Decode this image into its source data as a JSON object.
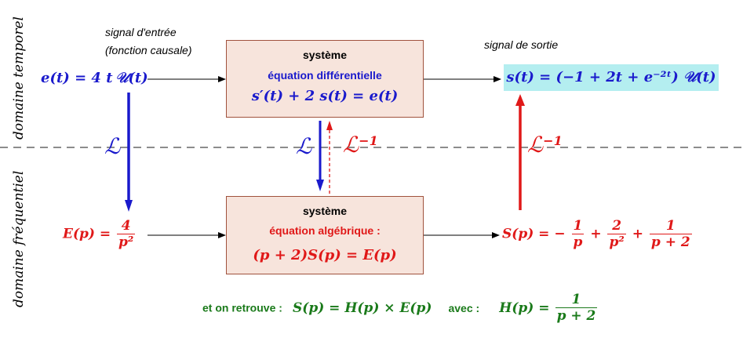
{
  "axes": {
    "time_domain": "domaine temporel",
    "freq_domain": "domaine fréquentiel"
  },
  "input": {
    "caption_line1": "signal d'entrée",
    "caption_line2": "(fonction causale)",
    "time_eq": "e(t) = 4 t 𝒰(t)",
    "freq_lhs": "E(p) =",
    "freq_num": "4",
    "freq_den": "p²"
  },
  "system_top": {
    "title": "système",
    "subtitle": "équation différentielle",
    "equation": "s′(t) + 2 s(t) = e(t)"
  },
  "system_bottom": {
    "title": "système",
    "subtitle": "équation algébrique :",
    "equation": "(p + 2)S(p) = E(p)"
  },
  "output": {
    "caption": "signal de sortie",
    "time_eq": "s(t) = (−1 + 2t + e⁻²ᵗ) 𝒰(t)",
    "freq_lhs": "S(p) = −",
    "t1_num": "1",
    "t1_den": "p",
    "plus1": "+",
    "t2_num": "2",
    "t2_den": "p²",
    "plus2": "+",
    "t3_num": "1",
    "t3_den": "p + 2"
  },
  "transforms": {
    "laplace_left": "ℒ",
    "laplace_mid": "ℒ",
    "inverse_mid": "ℒ",
    "inverse_mid_exp": "−1",
    "inverse_right": "ℒ",
    "inverse_right_exp": "−1"
  },
  "footer": {
    "prefix": "et on retrouve :",
    "equation": "S(p) = H(p) × E(p)",
    "avec": "avec :",
    "h_lhs": "H(p) =",
    "h_num": "1",
    "h_den": "p + 2"
  },
  "colors": {
    "blue": "#1a1acc",
    "red": "#e01818",
    "green": "#1a7a1a",
    "box_fill": "#f7e4dc",
    "box_border": "#a0523d",
    "highlight": "#b4eef0"
  }
}
